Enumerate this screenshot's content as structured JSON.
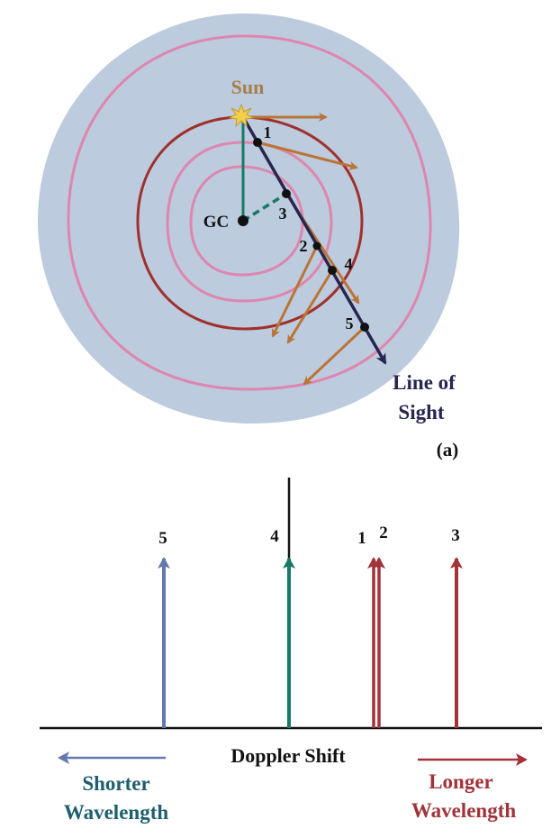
{
  "panel_a": {
    "sun_label": "Sun",
    "gc_label": "GC",
    "line_of_sight_line1": "Line of",
    "line_of_sight_line2": "Sight",
    "panel_label": "(a)",
    "points": [
      {
        "label": "1"
      },
      {
        "label": "2"
      },
      {
        "label": "3"
      },
      {
        "label": "4"
      },
      {
        "label": "5"
      }
    ]
  },
  "panel_b": {
    "axis_label": "Doppler Shift",
    "shorter_line1": "Shorter",
    "shorter_line2": "Wavelength",
    "longer_line1": "Longer",
    "longer_line2": "Wavelength",
    "lines": [
      {
        "label": "5",
        "shift": "blue"
      },
      {
        "label": "4",
        "shift": "zero"
      },
      {
        "label": "1",
        "shift": "red"
      },
      {
        "label": "2",
        "shift": "red"
      },
      {
        "label": "3",
        "shift": "red"
      }
    ]
  },
  "colors": {
    "disk": "#bccbde",
    "ring_pink": "#de86ad",
    "ring_solar": "#a0302c",
    "sight_line": "#262650",
    "velocity_arrow": "#bb7436",
    "green": "#187a66",
    "blue_shift": "#6478b0",
    "red_shift": "#a2333a",
    "sun_label": "#a87d4a",
    "shorter_text": "#1e5e6e",
    "longer_text": "#a2333a"
  }
}
